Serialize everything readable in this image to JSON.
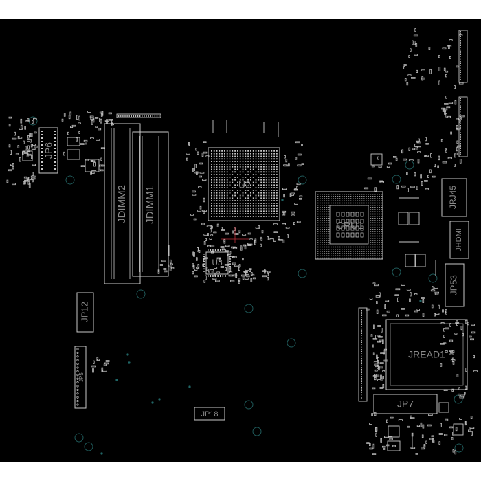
{
  "viewer": {
    "background": "#000000",
    "outline_color": "#c8c8c8",
    "label_color": "#8a8a8a",
    "via_color": "#1f5a5a",
    "net_highlight_color": "#c0303a"
  },
  "components": {
    "jp6": "JP6",
    "jdimm2": "JDIMM2",
    "jdimm1": "JDIMM1",
    "u2": "U2",
    "cpu1": "CPU1",
    "u3": "U3",
    "jrj45": "JRJ45",
    "jhdmi": "JHDMI",
    "jp53": "JP53",
    "jp12": "JP12",
    "jread1": "JREAD1",
    "jp5": "JP5",
    "jp18": "JP18",
    "jp7": "JP7"
  }
}
